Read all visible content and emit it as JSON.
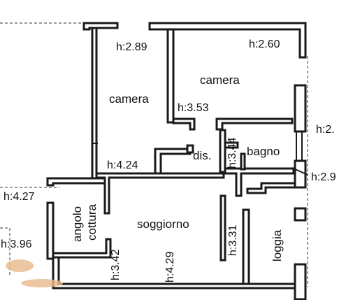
{
  "rooms": {
    "camera_right": "camera",
    "camera_left": "camera",
    "dis": "dis.",
    "bagno": "bagno",
    "angolo": "angolo",
    "cottura": "cottura",
    "soggiorno": "soggiorno",
    "loggia": "loggia"
  },
  "heights": {
    "h289": "h:2.89",
    "h260": "h:2.60",
    "h353": "h:3.53",
    "h2_trunc": "h:2.",
    "h344": "h:3.44",
    "h424": "h:4.24",
    "h29_trunc": "h:2.9",
    "h427": "h:4.27",
    "h396": "h:3.96",
    "h342": "h:3.42",
    "h429": "h:4.29",
    "h331": "h:3.31"
  },
  "colors": {
    "wall": "#1a1a1a",
    "background": "#ffffff",
    "watermark": "#e8b98a"
  }
}
